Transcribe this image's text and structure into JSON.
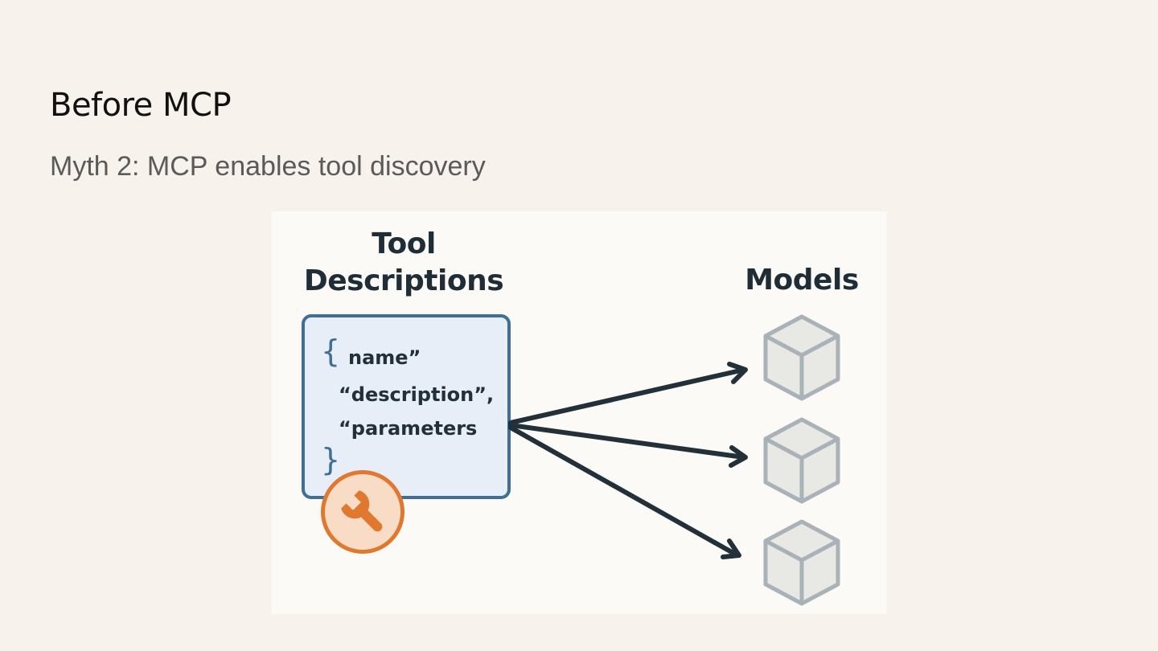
{
  "slide": {
    "title": "Before MCP",
    "subtitle": "Myth 2: MCP enables tool discovery"
  },
  "diagram": {
    "tool_descriptions_heading_line1": "Tool",
    "tool_descriptions_heading_line2": "Descriptions",
    "models_heading": "Models",
    "code_lines": {
      "line1": "name”",
      "line2": "“description”,",
      "line3": "“parameters"
    },
    "open_brace": "{",
    "close_brace": "}",
    "icons": {
      "tool": "wrench-icon",
      "model": "cube-icon"
    },
    "models_count": 3
  },
  "colors": {
    "background": "#f8f2ec",
    "figure_background": "#fcfaf6",
    "code_box_border": "#3f6e96",
    "code_box_fill": "#e7eef8",
    "arrow": "#22303a",
    "wrench_accent": "#e0782f",
    "cube_stroke": "#a8b2b8"
  }
}
